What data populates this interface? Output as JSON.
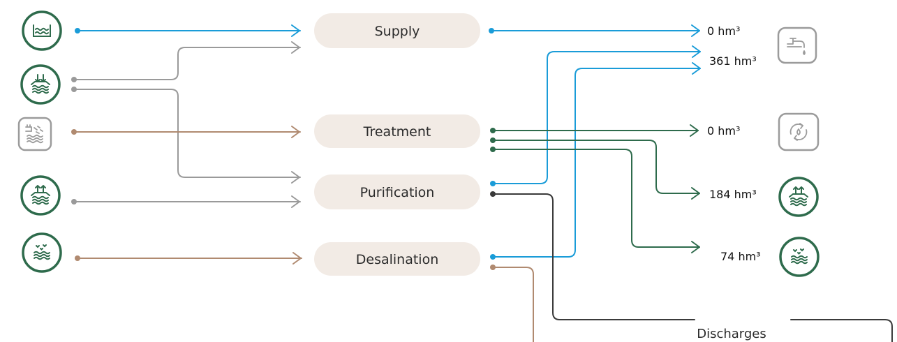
{
  "colors": {
    "blue": "#1a9cd8",
    "grey": "#9a9a9a",
    "brown": "#b08a70",
    "green": "#2e6b4c",
    "dark": "#3a3a3a",
    "icon_green": "#2e6b4c",
    "icon_grey": "#9b9b9b",
    "pill_fill": "#f2ebe5"
  },
  "sources": [
    {
      "icon": "surface-water-icon",
      "style": "green"
    },
    {
      "icon": "groundwater-recharge-icon",
      "style": "green"
    },
    {
      "icon": "wastewater-icon",
      "style": "grey"
    },
    {
      "icon": "groundwater-extraction-icon",
      "style": "green"
    },
    {
      "icon": "seawater-icon",
      "style": "green"
    }
  ],
  "processes": {
    "supply": "Supply",
    "treatment": "Treatment",
    "purification": "Purification",
    "desalination": "Desalination"
  },
  "outputs": [
    {
      "value": "0 hm³",
      "icon": "tap-icon",
      "style": "grey"
    },
    {
      "value": "361 hm³",
      "icon": "",
      "style": ""
    },
    {
      "value": "0 hm³",
      "icon": "water-recycle-icon",
      "style": "grey"
    },
    {
      "value": "184 hm³",
      "icon": "groundwater-extraction-icon",
      "style": "green"
    },
    {
      "value": "74 hm³",
      "icon": "seawater-icon",
      "style": "green"
    }
  ],
  "discharges": "Discharges"
}
